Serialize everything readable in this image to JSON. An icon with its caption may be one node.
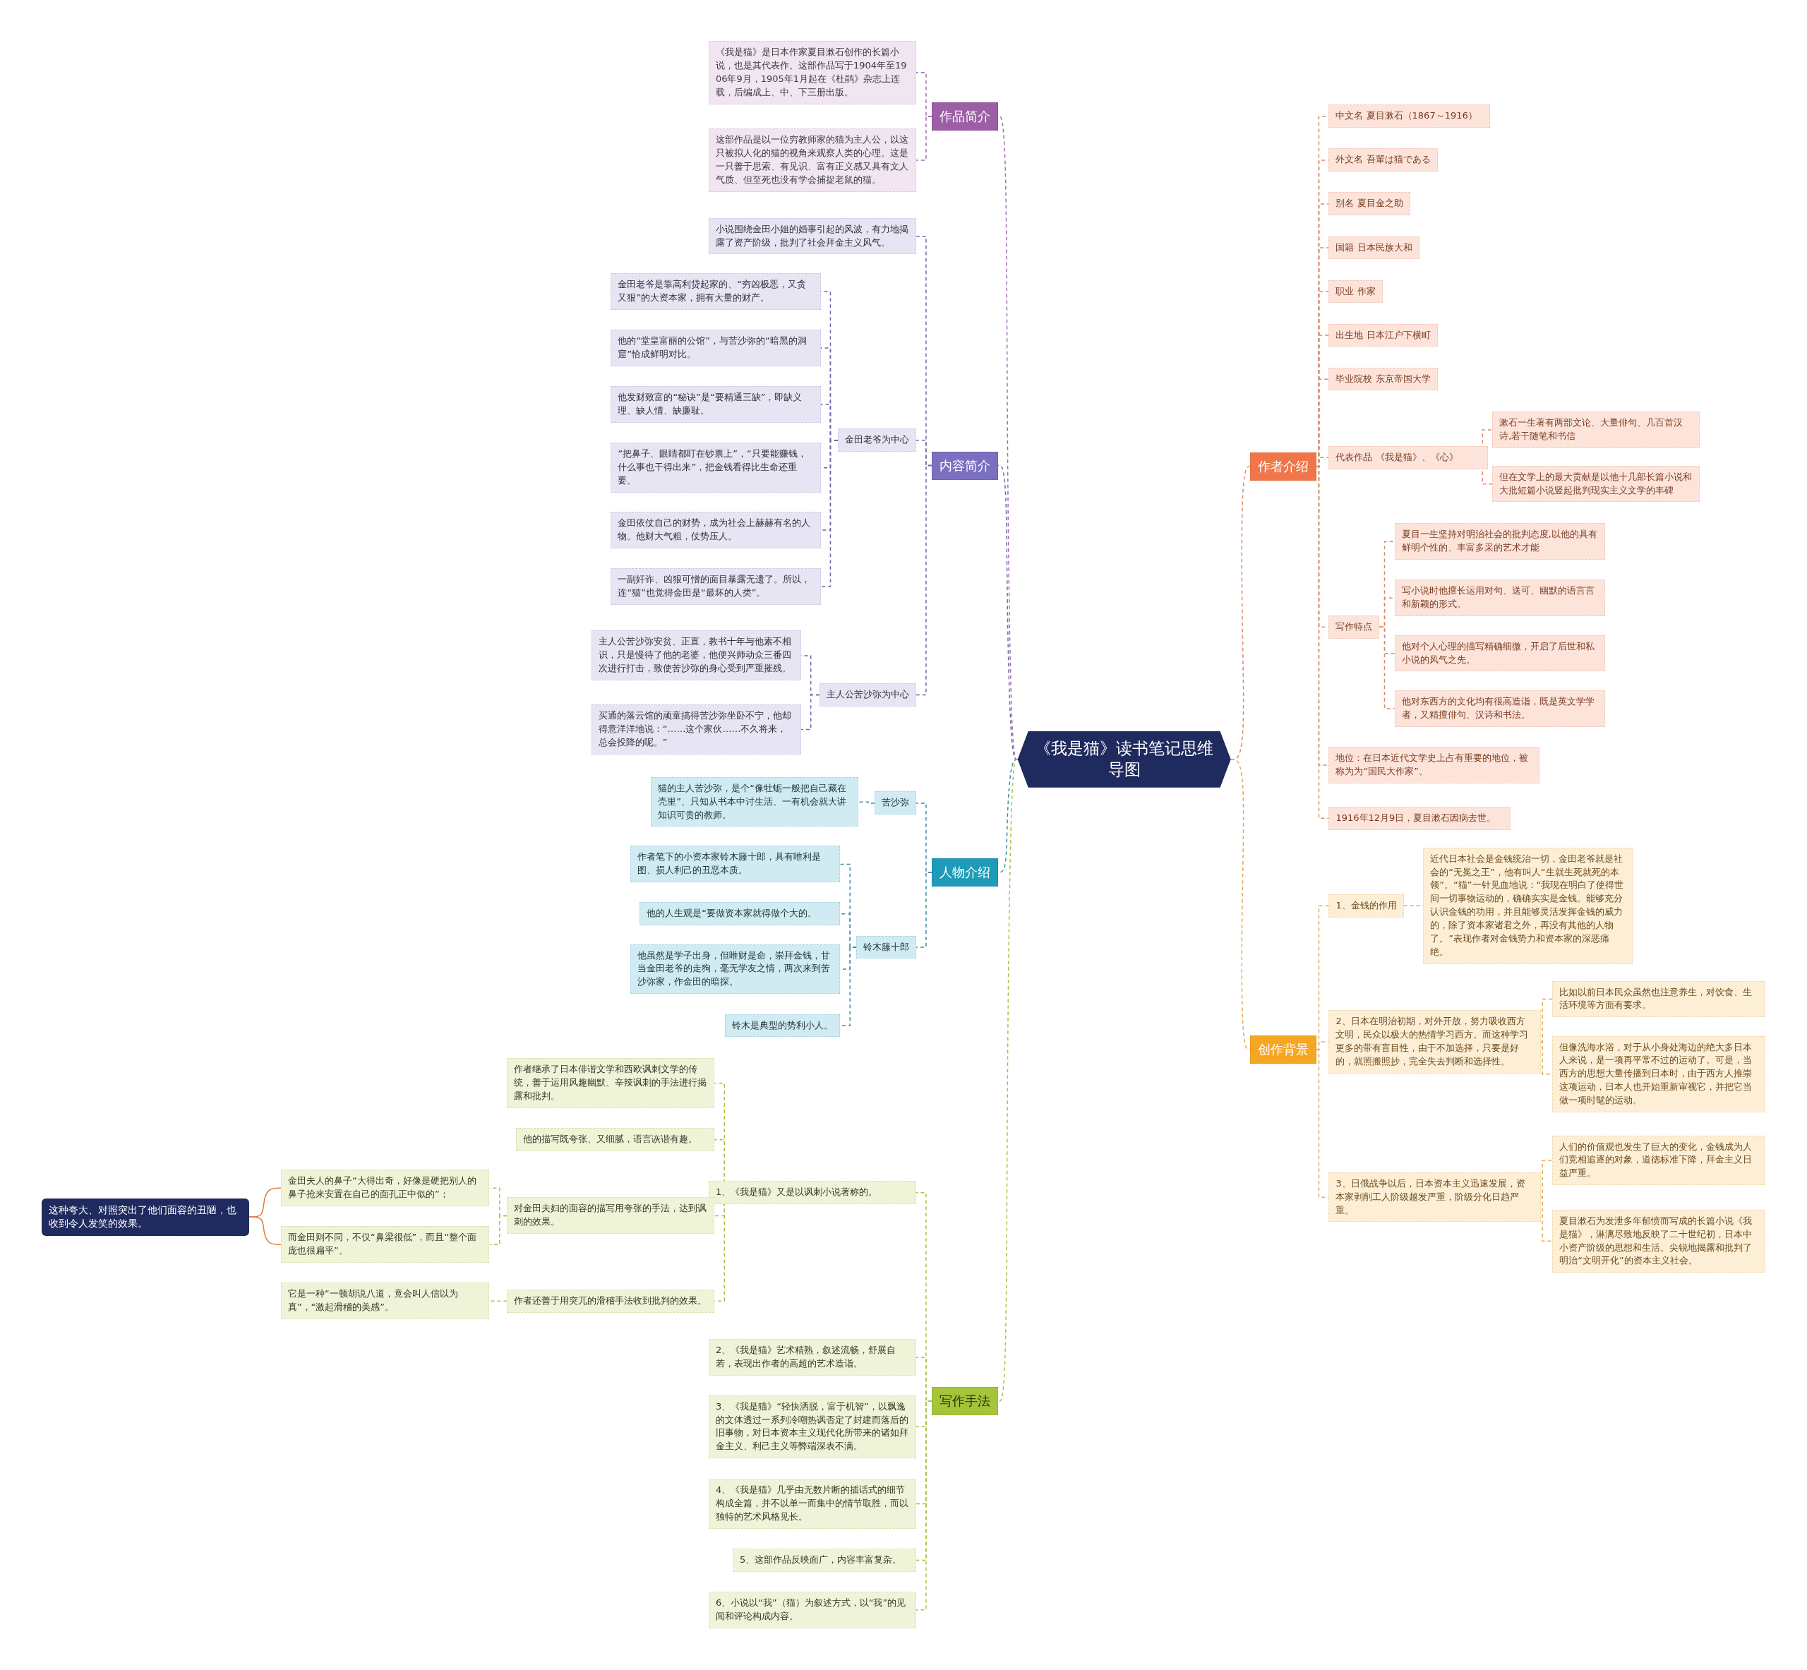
{
  "diagram": {
    "nodes": [
      {
        "text": [
          "《我是猫》读书笔记思维导图"
        ]
      },
      {
        "text": [
          "作者介绍"
        ]
      },
      {
        "text": [
          "中文名 夏目漱石（1867～1916）"
        ]
      },
      {
        "text": [
          "外文名 吾輩は猫である"
        ]
      },
      {
        "text": [
          "别名 夏目金之助"
        ]
      },
      {
        "text": [
          "国籍 日本民族大和"
        ]
      },
      {
        "text": [
          "职业 作家"
        ]
      },
      {
        "text": [
          "出生地 日本江户下横町"
        ]
      },
      {
        "text": [
          "毕业院校 东京帝国大学"
        ]
      },
      {
        "text": [
          "代表作品 《我是猫》、《心》"
        ]
      },
      {
        "text": [
          "漱石一生著有两部文论、大量俳句、几百首汉诗,若干随笔和书信"
        ]
      },
      {
        "text": [
          "但在文学上的最大贡献是以他十几部长篇小说和大批短篇小说竖起批判现实主义文学的丰碑"
        ]
      },
      {
        "text": [
          "写作特点"
        ]
      },
      {
        "text": [
          "夏目一生坚持对明治社会的批判态度,以他的具有鲜明个性的、丰富多采的艺术才能"
        ]
      },
      {
        "text": [
          "写小说时他擅长运用对句、送可、幽默的语言言和新颖的形式。"
        ]
      },
      {
        "text": [
          "他对个人心理的描写精确细微，开启了后世和私小说的风气之先。"
        ]
      },
      {
        "text": [
          "他对东西方的文化均有很高造诣，既是英文学学者，又精擅俳句、汉诗和书法。"
        ]
      },
      {
        "text": [
          "地位：在日本近代文学史上占有重要的地位，被称为为“国民大作家”。"
        ]
      },
      {
        "text": [
          "1916年12月9日，夏目漱石因病去世。"
        ]
      },
      {
        "text": [
          "创作背景"
        ]
      },
      {
        "text": [
          "1、金钱的作用"
        ]
      },
      {
        "text": [
          "近代日本社会是金钱统治一切，金田老爷就是社会的“无冕之王”，他有叫人“生就生死就死的本领”。“猫”一针见血地说：“我现在明白了使得世间一切事物运动的，确确实实是金钱。能够充分认识金钱的功用，并且能够灵活发挥金钱的威力的，除了资本家诸君之外，再没有其他的人物了。”表现作者对金钱势力和资本家的深恶痛绝。"
        ]
      },
      {
        "text": [
          "2、日本在明治初期，对外开放，努力吸收西方文明，民众以极大的热情学习西方。而这种学习更多的带有盲目性，由于不加选择，只要是好的，就照搬照抄，完全失去判断和选择性。"
        ]
      },
      {
        "text": [
          "比如以前日本民众虽然也注意养生，对饮食、生活环境等方面有要求。"
        ]
      },
      {
        "text": [
          "但像洗海水浴，对于从小身处海边的绝大多日本人来说，是一项再平常不过的运动了。可是，当西方的思想大量传播到日本时，由于西方人推崇这项运动，日本人也开始重新审视它，并把它当做一项时髦的运动。"
        ]
      },
      {
        "text": [
          "3、日俄战争以后，日本资本主义迅速发展，资本家剥削工人阶级越发严重，阶级分化日趋严重。"
        ]
      },
      {
        "text": [
          "人们的价值观也发生了巨大的变化，金钱成为人们竞相追逐的对象，道德标准下降，拜金主义日益严重。"
        ]
      },
      {
        "text": [
          "夏目漱石为发泄多年郁愤而写成的长篇小说《我是猫》，淋漓尽致地反映了二十世纪初，日本中小资产阶级的思想和生活。尖锐地揭露和批判了明治“文明开化”的资本主义社会。"
        ]
      },
      {
        "text": [
          "作品简介"
        ]
      },
      {
        "text": [
          "《我是猫》是日本作家夏目漱石创作的长篇小说，也是其代表作。这部作品写于1904年至1906年9月，1905年1月起在《杜鹃》杂志上连载，后编成上、中、下三册出版。"
        ]
      },
      {
        "text": [
          "这部作品是以一位穷教师家的猫为主人公，以这只被拟人化的猫的视角来观察人类的心理。这是一只善于思索、有见识、富有正义感又具有文人气质、但至死也没有学会捕捉老鼠的猫。"
        ]
      },
      {
        "text": [
          "内容简介"
        ]
      },
      {
        "text": [
          "小说围绕金田小姐的婚事引起的风波，有力地揭露了资产阶级，批判了社会拜金主义风气。"
        ]
      },
      {
        "text": [
          "金田老爷为中心"
        ]
      },
      {
        "text": [
          "金田老爷是靠高利贷起家的、“穷凶极恶，又贪又狠”的大资本家，拥有大量的财产。"
        ]
      },
      {
        "text": [
          "他的“堂皇富丽的公馆”，与苦沙弥的“暗黑的洞窟”恰成鲜明对比。"
        ]
      },
      {
        "text": [
          "他发财致富的“秘诀”是“要精通三缺”，即缺义理、缺人情、缺廉耻。"
        ]
      },
      {
        "text": [
          "“把鼻子、眼睛都盯在钞票上”，“只要能赚钱，什么事也干得出来”，把金钱看得比生命还重要。"
        ]
      },
      {
        "text": [
          "金田依仗自己的财势，成为社会上赫赫有名的人物。他财大气粗，仗势压人。"
        ]
      },
      {
        "text": [
          "一副奸诈、凶狠可憎的面目暴露无遗了。所以，连“猫”也觉得金田是“最坏的人类”。"
        ]
      },
      {
        "text": [
          "主人公苦沙弥为中心"
        ]
      },
      {
        "text": [
          "主人公苦沙弥安贫、正直，教书十年与他素不相识，只是慢待了他的老婆，他便兴师动众三番四次进行打击，致使苦沙弥的身心受到严重摧残。"
        ]
      },
      {
        "text": [
          "买通的落云馆的顽童搞得苦沙弥坐卧不宁，他却得意洋洋地说：“……这个家伙……不久将来，总会投降的呢。”"
        ]
      },
      {
        "text": [
          "人物介绍"
        ]
      },
      {
        "text": [
          "苦沙弥"
        ]
      },
      {
        "text": [
          "猫的主人苦沙弥，是个“像牡蛎一般把自己藏在壳里”、只知从书本中讨生活、一有机会就大讲知识可贵的教师。"
        ]
      },
      {
        "text": [
          "铃木籐十郎"
        ]
      },
      {
        "text": [
          "作者笔下的小资本家铃木籐十郎，具有唯利是图、损人利己的丑恶本质。"
        ]
      },
      {
        "text": [
          "他的人生观是“要做资本家就得做个大的。"
        ]
      },
      {
        "text": [
          "他虽然是学子出身，但唯财是命，崇拜金钱，甘当金田老爷的走狗，毫无学友之情，两次来到苦沙弥家，作金田的暗探。"
        ]
      },
      {
        "text": [
          "铃木是典型的势利小人。"
        ]
      },
      {
        "text": [
          "写作手法"
        ]
      },
      {
        "text": [
          "1、《我是猫》又是以讽刺小说著称的。"
        ]
      },
      {
        "text": [
          "作者继承了日本俳谐文学和西欧讽刺文学的传统，善于运用风趣幽默、辛辣讽刺的手法进行揭露和批判。"
        ]
      },
      {
        "text": [
          "他的描写既夸张、又细腻，语言诙谐有趣。"
        ]
      },
      {
        "text": [
          "对金田夫妇的面容的描写用夸张的手法，达到讽刺的效果。"
        ]
      },
      {
        "text": [
          "金田夫人的鼻子“大得出奇，好像是硬把别人的鼻子抢来安置在自己的面孔正中似的”；"
        ]
      },
      {
        "text": [
          "而金田则不同，不仅“鼻梁很低”，而且“整个面庞也很扁平”。"
        ]
      },
      {
        "text": [
          "这种夸大、对照突出了他们面容的丑陋，也收到令人发笑的效果。"
        ]
      },
      {
        "text": [
          "作者还善于用突兀的滑稽手法收到批判的效果。"
        ]
      },
      {
        "text": [
          "它是一种“一顿胡说八道，竟会叫人信以为真”，“激起滑稽的美感”。"
        ]
      },
      {
        "text": [
          "2、《我是猫》艺术精熟，叙述流畅，舒展自若，表现出作者的高超的艺术造诣。"
        ]
      },
      {
        "text": [
          "3、《我是猫》“轻快洒脱，富于机智”，以飘逸的文体透过一系列冷嘲热讽否定了封建而落后的旧事物，对日本资本主义现代化所带来的诸如拜金主义、利己主义等弊端深表不满。"
        ]
      },
      {
        "text": [
          "4、《我是猫》几乎由无数片断的插话式的细节构成全篇，并不以单一而集中的情节取胜，而以独特的艺术风格见长。"
        ]
      },
      {
        "text": [
          "5、这部作品反映面广，内容丰富复杂。"
        ]
      },
      {
        "text": [
          "6、小说以“我”（猫）为叙述方式，以“我”的见闻和评论构成内容。"
        ]
      }
    ],
    "edges": [
      {
        "from": 0,
        "to": 1,
        "arrow": "none",
        "style": "dashed",
        "color": "#d98b6a"
      },
      {
        "from": 1,
        "to": 2,
        "arrow": "none",
        "style": "dashed",
        "color": "#d98b6a"
      },
      {
        "from": 1,
        "to": 3,
        "arrow": "none",
        "style": "dashed",
        "color": "#d98b6a"
      },
      {
        "from": 1,
        "to": 4,
        "arrow": "none",
        "style": "dashed",
        "color": "#d98b6a"
      },
      {
        "from": 1,
        "to": 5,
        "arrow": "none",
        "style": "dashed",
        "color": "#d98b6a"
      },
      {
        "from": 1,
        "to": 6,
        "arrow": "none",
        "style": "dashed",
        "color": "#d98b6a"
      },
      {
        "from": 1,
        "to": 7,
        "arrow": "none",
        "style": "dashed",
        "color": "#d98b6a"
      },
      {
        "from": 1,
        "to": 8,
        "arrow": "none",
        "style": "dashed",
        "color": "#d98b6a"
      },
      {
        "from": 1,
        "to": 9,
        "arrow": "none",
        "style": "dashed",
        "color": "#d98b6a"
      },
      {
        "from": 9,
        "to": 10,
        "arrow": "none",
        "style": "dashed",
        "color": "#d98b6a"
      },
      {
        "from": 9,
        "to": 11,
        "arrow": "none",
        "style": "dashed",
        "color": "#d98b6a"
      },
      {
        "from": 1,
        "to": 12,
        "arrow": "none",
        "style": "dashed",
        "color": "#d98b6a"
      },
      {
        "from": 12,
        "to": 13,
        "arrow": "none",
        "style": "dashed",
        "color": "#d98b6a"
      },
      {
        "from": 12,
        "to": 14,
        "arrow": "none",
        "style": "dashed",
        "color": "#d98b6a"
      },
      {
        "from": 12,
        "to": 15,
        "arrow": "none",
        "style": "dashed",
        "color": "#d98b6a"
      },
      {
        "from": 12,
        "to": 16,
        "arrow": "none",
        "style": "dashed",
        "color": "#d98b6a"
      },
      {
        "from": 1,
        "to": 17,
        "arrow": "none",
        "style": "dashed",
        "color": "#d98b6a"
      },
      {
        "from": 1,
        "to": 18,
        "arrow": "none",
        "style": "dashed",
        "color": "#d98b6a"
      },
      {
        "from": 0,
        "to": 19,
        "arrow": "none",
        "style": "dashed",
        "color": "#e0aa55"
      },
      {
        "from": 19,
        "to": 20,
        "arrow": "none",
        "style": "dashed",
        "color": "#e0aa55"
      },
      {
        "from": 20,
        "to": 21,
        "arrow": "none",
        "style": "dashed",
        "color": "#e0aa55"
      },
      {
        "from": 19,
        "to": 22,
        "arrow": "none",
        "style": "dashed",
        "color": "#e0aa55"
      },
      {
        "from": 22,
        "to": 23,
        "arrow": "none",
        "style": "dashed",
        "color": "#e0aa55"
      },
      {
        "from": 22,
        "to": 24,
        "arrow": "none",
        "style": "dashed",
        "color": "#e0aa55"
      },
      {
        "from": 19,
        "to": 25,
        "arrow": "none",
        "style": "dashed",
        "color": "#e0aa55"
      },
      {
        "from": 25,
        "to": 26,
        "arrow": "none",
        "style": "dashed",
        "color": "#e0aa55"
      },
      {
        "from": 25,
        "to": 27,
        "arrow": "none",
        "style": "dashed",
        "color": "#e0aa55"
      },
      {
        "from": 0,
        "to": 28,
        "arrow": "none",
        "style": "dashed",
        "color": "#a070b0"
      },
      {
        "from": 28,
        "to": 29,
        "arrow": "none",
        "style": "dashed",
        "color": "#a070b0"
      },
      {
        "from": 28,
        "to": 30,
        "arrow": "none",
        "style": "dashed",
        "color": "#a070b0"
      },
      {
        "from": 0,
        "to": 31,
        "arrow": "none",
        "style": "dashed",
        "color": "#6e6aa8"
      },
      {
        "from": 31,
        "to": 32,
        "arrow": "none",
        "style": "dashed",
        "color": "#6e6aa8"
      },
      {
        "from": 31,
        "to": 33,
        "arrow": "none",
        "style": "dashed",
        "color": "#6e6aa8"
      },
      {
        "from": 33,
        "to": 34,
        "arrow": "none",
        "style": "dashed",
        "color": "#6e6aa8"
      },
      {
        "from": 33,
        "to": 35,
        "arrow": "none",
        "style": "dashed",
        "color": "#6e6aa8"
      },
      {
        "from": 33,
        "to": 36,
        "arrow": "none",
        "style": "dashed",
        "color": "#6e6aa8"
      },
      {
        "from": 33,
        "to": 37,
        "arrow": "none",
        "style": "dashed",
        "color": "#6e6aa8"
      },
      {
        "from": 33,
        "to": 38,
        "arrow": "none",
        "style": "dashed",
        "color": "#6e6aa8"
      },
      {
        "from": 33,
        "to": 39,
        "arrow": "none",
        "style": "dashed",
        "color": "#6e6aa8"
      },
      {
        "from": 31,
        "to": 40,
        "arrow": "none",
        "style": "dashed",
        "color": "#6e6aa8"
      },
      {
        "from": 40,
        "to": 41,
        "arrow": "none",
        "style": "dashed",
        "color": "#6e6aa8"
      },
      {
        "from": 40,
        "to": 42,
        "arrow": "none",
        "style": "dashed",
        "color": "#6e6aa8"
      },
      {
        "from": 0,
        "to": 43,
        "arrow": "none",
        "style": "dashed",
        "color": "#3a8ea5"
      },
      {
        "from": 43,
        "to": 44,
        "arrow": "none",
        "style": "dashed",
        "color": "#3a8ea5"
      },
      {
        "from": 44,
        "to": 45,
        "arrow": "none",
        "style": "dashed",
        "color": "#3a8ea5"
      },
      {
        "from": 43,
        "to": 46,
        "arrow": "none",
        "style": "dashed",
        "color": "#3a8ea5"
      },
      {
        "from": 46,
        "to": 47,
        "arrow": "none",
        "style": "dashed",
        "color": "#3a8ea5"
      },
      {
        "from": 46,
        "to": 48,
        "arrow": "none",
        "style": "dashed",
        "color": "#3a8ea5"
      },
      {
        "from": 46,
        "to": 49,
        "arrow": "none",
        "style": "dashed",
        "color": "#3a8ea5"
      },
      {
        "from": 46,
        "to": 50,
        "arrow": "none",
        "style": "dashed",
        "color": "#3a8ea5"
      },
      {
        "from": 0,
        "to": 51,
        "arrow": "none",
        "style": "dashed",
        "color": "#a8c440"
      },
      {
        "from": 51,
        "to": 52,
        "arrow": "none",
        "style": "dashed",
        "color": "#a8c440"
      },
      {
        "from": 52,
        "to": 53,
        "arrow": "none",
        "style": "dashed",
        "color": "#a8c440"
      },
      {
        "from": 52,
        "to": 54,
        "arrow": "none",
        "style": "dashed",
        "color": "#a8c440"
      },
      {
        "from": 52,
        "to": 55,
        "arrow": "none",
        "style": "dashed",
        "color": "#a8c440"
      },
      {
        "from": 55,
        "to": 56,
        "arrow": "none",
        "style": "dashed",
        "color": "#a8c440"
      },
      {
        "from": 55,
        "to": 57,
        "arrow": "none",
        "style": "dashed",
        "color": "#a8c440"
      },
      {
        "from": 56,
        "to": 58,
        "arrow": "none",
        "color": "#e07b39"
      },
      {
        "from": 57,
        "to": 58,
        "arrow": "none",
        "color": "#e07b39"
      },
      {
        "from": 52,
        "to": 59,
        "arrow": "none",
        "style": "dashed",
        "color": "#a8c440"
      },
      {
        "from": 59,
        "to": 60,
        "arrow": "none",
        "style": "dashed",
        "color": "#a8c440"
      },
      {
        "from": 51,
        "to": 61,
        "arrow": "none",
        "style": "dashed",
        "color": "#a8c440"
      },
      {
        "from": 51,
        "to": 62,
        "arrow": "none",
        "style": "dashed",
        "color": "#a8c440"
      },
      {
        "from": 51,
        "to": 63,
        "arrow": "none",
        "style": "dashed",
        "color": "#a8c440"
      },
      {
        "from": 51,
        "to": 64,
        "arrow": "none",
        "style": "dashed",
        "color": "#a8c440"
      },
      {
        "from": 51,
        "to": 65,
        "arrow": "none",
        "style": "dashed",
        "color": "#a8c440"
      }
    ]
  }
}
